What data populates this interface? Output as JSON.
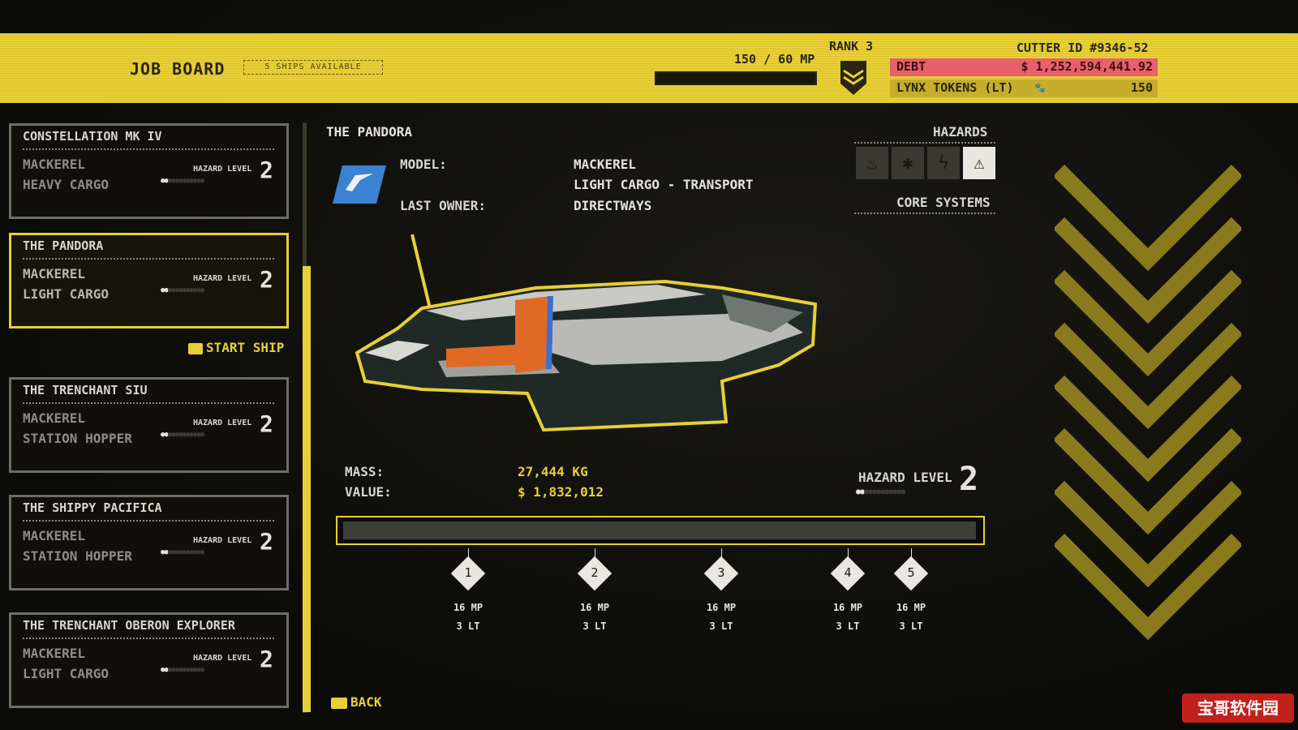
{
  "header": {
    "title": "JOB BOARD",
    "ships_available": "5 SHIPS AVAILABLE",
    "mp_text": "150 / 60 MP",
    "mp_progress": 1.0,
    "rank": "RANK 3",
    "cutter_id": "CUTTER ID  #9346-52",
    "debt_label": "DEBT",
    "debt_value": "$ 1,252,594,441.92",
    "lynx_label": "LYNX TOKENS (LT)",
    "lynx_value": "150"
  },
  "ships": [
    {
      "name": "CONSTELLATION MK IV",
      "model": "MACKEREL",
      "type": "HEAVY CARGO",
      "hazard_label": "HAZARD LEVEL",
      "hazard_level": "2",
      "selected": false
    },
    {
      "name": "THE PANDORA",
      "model": "MACKEREL",
      "type": "LIGHT CARGO",
      "hazard_label": "HAZARD LEVEL",
      "hazard_level": "2",
      "selected": true
    },
    {
      "name": "THE TRENCHANT SIU",
      "model": "MACKEREL",
      "type": "STATION HOPPER",
      "hazard_label": "HAZARD LEVEL",
      "hazard_level": "2",
      "selected": false
    },
    {
      "name": "THE SHIPPY PACIFICA",
      "model": "MACKEREL",
      "type": "STATION HOPPER",
      "hazard_label": "HAZARD LEVEL",
      "hazard_level": "2",
      "selected": false
    },
    {
      "name": "THE TRENCHANT OBERON EXPLORER",
      "model": "MACKEREL",
      "type": "LIGHT CARGO",
      "hazard_label": "HAZARD LEVEL",
      "hazard_level": "2",
      "selected": false
    }
  ],
  "start_ship_label": "START SHIP",
  "detail": {
    "title": "THE PANDORA",
    "model_label": "MODEL:",
    "model_value": "MACKEREL",
    "class_value": "LIGHT CARGO - TRANSPORT",
    "owner_label": "LAST OWNER:",
    "owner_value": "DIRECTWAYS",
    "hazards_title": "HAZARDS",
    "hazard_icons": [
      "fire-icon",
      "cold-icon",
      "electric-icon",
      "warning-icon"
    ],
    "core_systems": "CORE SYSTEMS",
    "mass_label": "MASS:",
    "mass_value": "27,444 KG",
    "value_label": "VALUE:",
    "value_value": "$ 1,832,012",
    "hazard_level_label": "HAZARD LEVEL",
    "hazard_level_value": "2"
  },
  "milestones": [
    {
      "num": "1",
      "mp": "16 MP",
      "lt": "3 LT",
      "pos": 0.2
    },
    {
      "num": "2",
      "mp": "16 MP",
      "lt": "3 LT",
      "pos": 0.4
    },
    {
      "num": "3",
      "mp": "16 MP",
      "lt": "3 LT",
      "pos": 0.6
    },
    {
      "num": "4",
      "mp": "16 MP",
      "lt": "3 LT",
      "pos": 0.8
    },
    {
      "num": "5",
      "mp": "16 MP",
      "lt": "3 LT",
      "pos": 0.9
    }
  ],
  "back_label": "BACK",
  "watermark": "宝哥软件园",
  "colors": {
    "accent": "#e8cf35",
    "debt": "#e8606a",
    "panel": "#101009"
  }
}
